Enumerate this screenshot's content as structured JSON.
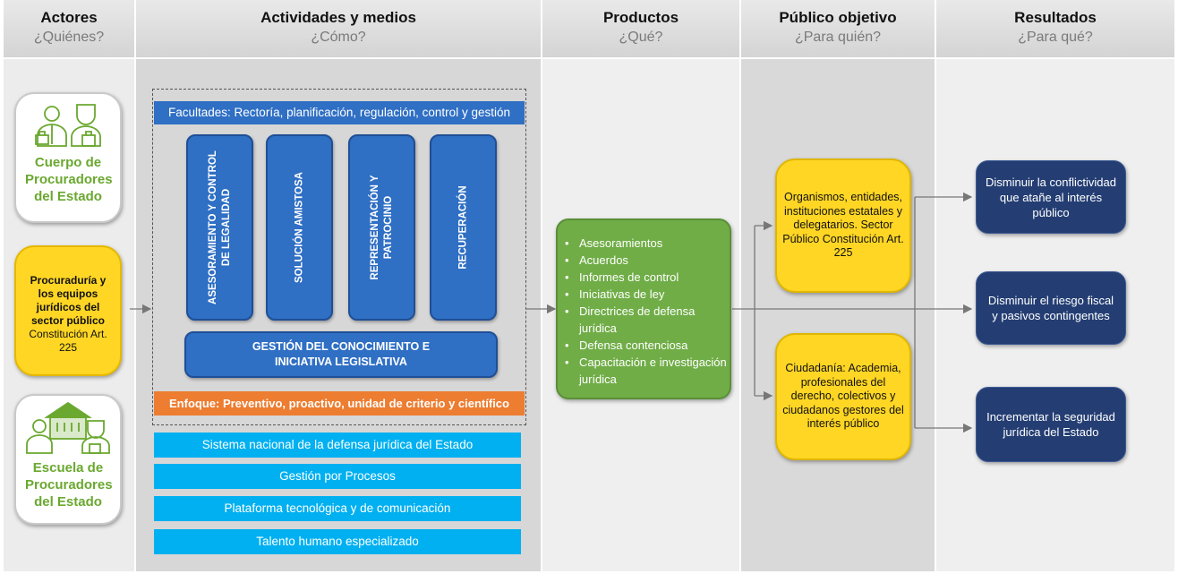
{
  "headers": [
    {
      "title": "Actores",
      "sub": "¿Quiénes?"
    },
    {
      "title": "Actividades y medios",
      "sub": "¿Cómo?"
    },
    {
      "title": "Productos",
      "sub": "¿Qué?"
    },
    {
      "title": "Público objetivo",
      "sub": "¿Para quién?"
    },
    {
      "title": "Resultados",
      "sub": "¿Para qué?"
    }
  ],
  "actors": {
    "cuerpo": "Cuerpo de Procuradores del Estado",
    "procuraduria_bold": "Procuraduría y los equipos jurídicos del sector público",
    "procuraduria_rest": "Constitución Art. 225",
    "escuela": "Escuela de Procuradores del Estado"
  },
  "activities": {
    "facultades": "Facultades: Rectoría, planificación, regulación, control y gestión",
    "pillars": [
      "ASESORAMIENTO Y CONTROL DE LEGALIDAD",
      "SOLUCIÓN AMISTOSA",
      "REPRESENTACIÓN Y PATROCINIO",
      "RECUPERACIÓN"
    ],
    "gestion": "GESTIÓN DEL CONOCIMIENTO E INICIATIVA LEGISLATIVA",
    "enfoque": "Enfoque: Preventivo, proactivo, unidad de criterio y científico",
    "medios": [
      "Sistema nacional de la defensa jurídica del Estado",
      "Gestión por Procesos",
      "Plataforma tecnológica y de comunicación",
      "Talento humano especializado"
    ]
  },
  "products": [
    "Asesoramientos",
    "Acuerdos",
    "Informes de control",
    "Iniciativas de ley",
    "Directrices de defensa jurídica",
    "Defensa contenciosa",
    "Capacitación e investigación jurídica"
  ],
  "publico": {
    "organismos": "Organismos, entidades, instituciones estatales y delegatarios. Sector Público Constitución Art. 225",
    "ciudadania": "Ciudadanía: Academia, profesionales del derecho, colectivos y ciudadanos gestores del interés público"
  },
  "resultados": [
    "Disminuir la conflictividad que atañe al interés público",
    "Disminuir el riesgo fiscal y pasivos contingentes",
    "Incrementar la seguridad jurídica del Estado"
  ],
  "colors": {
    "blue": "#2f6fc4",
    "cyan": "#00b0f0",
    "orange": "#ed7d31",
    "green": "#70ad47",
    "yellow": "#ffd624",
    "navy": "#243e73",
    "actor_green": "#6aa82f"
  },
  "icons": [
    "lawyers-icon",
    "school-lawyers-icon"
  ]
}
